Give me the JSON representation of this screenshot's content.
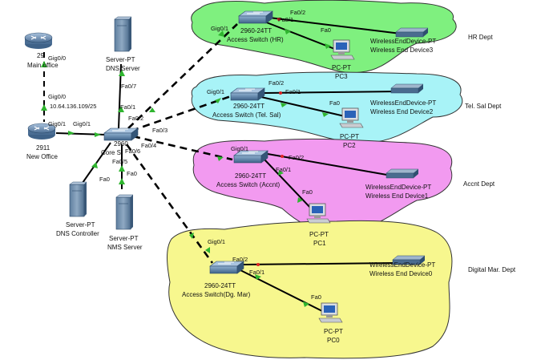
{
  "departments": {
    "hr": "HR Dept",
    "tel": "Tel. Sal Dept",
    "acc": "Accnt Dept",
    "dig": "Digital Mar. Dept"
  },
  "colors": {
    "hr_cloud": "#7ff07f",
    "tel_cloud": "#a8f3f7",
    "acc_cloud": "#f29af0",
    "dig_cloud": "#f7f78e",
    "link_up": "#2fb52f",
    "link_down": "#d22222"
  },
  "icons": {
    "router": "router-icon",
    "switch": "switch-icon",
    "server": "server-icon",
    "pc": "pc-icon",
    "access_point": "wireless-end-device-icon"
  },
  "devices": {
    "main_router": {
      "model": "29",
      "name": "Main office"
    },
    "new_router": {
      "model": "2911",
      "name": "New Office"
    },
    "core_switch": {
      "model": "2960",
      "name": "Core S"
    },
    "dns_server": {
      "model": "Server-PT",
      "name": "DNS Server"
    },
    "dns_controller": {
      "model": "Server-PT",
      "name": "DNS Controller"
    },
    "nms_server": {
      "model": "Server-PT",
      "name": "NMS Server"
    },
    "hr_switch": {
      "model": "2960-24TT",
      "name": "Access Switch (HR)"
    },
    "tel_switch": {
      "model": "2960-24TT",
      "name": "Access Switch (Tel. Sal)"
    },
    "acc_switch": {
      "model": "2960-24TT",
      "name": "Access Switch (Accnt)"
    },
    "dig_switch": {
      "model": "2960-24TT",
      "name": "Access Switch(Dg. Mar)"
    },
    "hr_wireless": {
      "model": "WirelessEndDevice-PT",
      "name": "Wireless End Device3"
    },
    "tel_wireless": {
      "model": "WirelessEndDevice-PT",
      "name": "Wireless End Device2"
    },
    "acc_wireless": {
      "model": "WirelessEndDevice-PT",
      "name": "Wireless End Device1"
    },
    "dig_wireless": {
      "model": "WirelessEndDevice-PT",
      "name": "Wireless End Device0"
    },
    "hr_pc": {
      "model": "PC-PT",
      "name": "PC3"
    },
    "tel_pc": {
      "model": "PC-PT",
      "name": "PC2"
    },
    "acc_pc": {
      "model": "PC-PT",
      "name": "PC1"
    },
    "dig_pc": {
      "model": "PC-PT",
      "name": "PC0"
    }
  },
  "ports": {
    "main_gig00": "Gig0/0",
    "new_gig00": "Gig0/0",
    "ip": "10.64.136.109/25",
    "new_gig01": "Gig0/1",
    "core_gig01": "Gig0/1",
    "core_fa07": "Fa0/7",
    "core_fa01": "Fa0/1",
    "core_fa02": "Fa0/2",
    "core_fa03": "Fa0/3",
    "core_fa04": "Fa0/4",
    "core_fa06": "Fa0/6",
    "core_fa05": "Fa0/5",
    "dnsc_fa0": "Fa0",
    "nms_fa0": "Fa0",
    "hr_gig01": "Gig0/1",
    "hr_fa02": "Fa0/2",
    "hr_fa01": "Fa0/1",
    "hr_pc_fa0": "Fa0",
    "tel_gig01": "Gig0/1",
    "tel_fa02": "Fa0/2",
    "tel_fa01": "Fa0/1",
    "tel_pc_fa0": "Fa0",
    "acc_gig01": "Gig0/1",
    "acc_fa02": "Fa0/2",
    "acc_fa01": "Fa0/1",
    "acc_pc_fa0": "Fa0",
    "dig_gig01": "Gig0/1",
    "dig_fa02": "Fa0/2",
    "dig_fa01": "Fa0/1",
    "dig_pc_fa0": "Fa0"
  }
}
